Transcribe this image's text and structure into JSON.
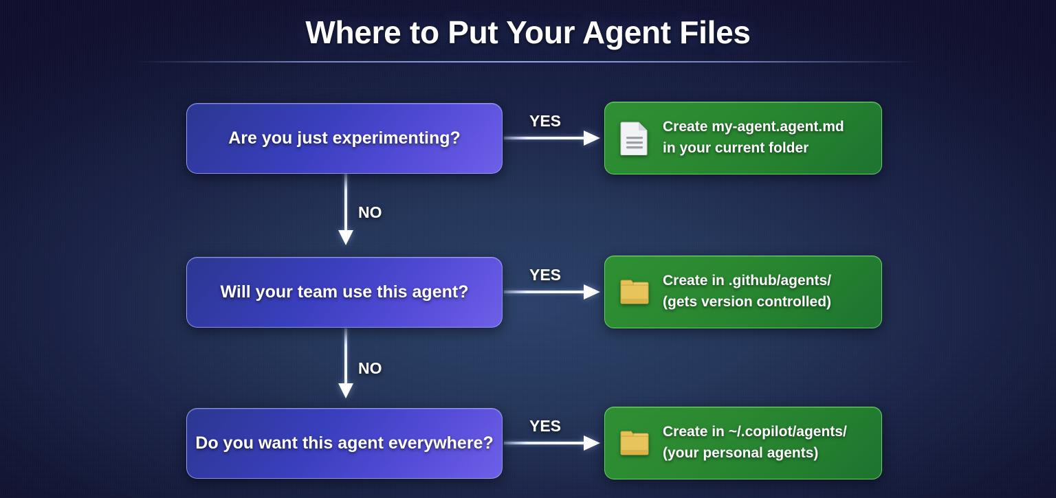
{
  "title": "Where to Put Your Agent Files",
  "colors": {
    "background_dark": "#16173c",
    "background_center": "#2a4068",
    "decision_box": "#3a3fbe",
    "decision_box_accent": "#6f5fe8",
    "result_box": "#2b8a31",
    "result_box_border": "#78e26e",
    "arrow": "#ffffff",
    "folder_icon": "#e8c45c",
    "document_icon": "#f0f0f0"
  },
  "flow": {
    "rows": [
      {
        "decision": "Are you just experimenting?",
        "yes_label": "YES",
        "no_label": "NO",
        "result_icon": "document-icon",
        "result_lines": [
          "Create my-agent.agent.md",
          "in your current folder"
        ]
      },
      {
        "decision": "Will your team use this agent?",
        "yes_label": "YES",
        "no_label": "NO",
        "result_icon": "folder-icon",
        "result_lines": [
          "Create in .github/agents/",
          "(gets version controlled)"
        ]
      },
      {
        "decision": "Do you want this agent everywhere?",
        "yes_label": "YES",
        "no_label": null,
        "result_icon": "folder-icon",
        "result_lines": [
          "Create in ~/.copilot/agents/",
          "(your personal agents)"
        ]
      }
    ]
  }
}
